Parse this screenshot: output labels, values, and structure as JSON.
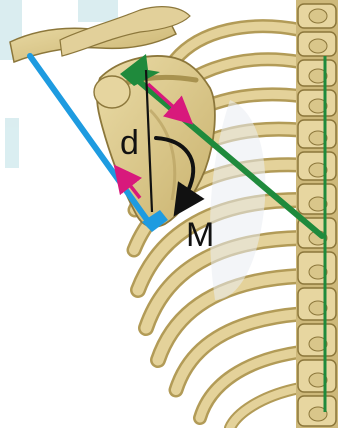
{
  "labels": {
    "distance": "d",
    "moment": "M"
  },
  "colors": {
    "background": "#ffffff",
    "watermark": "#d6ecef",
    "bone": "#dcc98f",
    "bone_shade": "#a8924f",
    "bone_dark": "#7a6632",
    "blue_line": "#1e9be0",
    "green_line": "#1f8a3c",
    "magenta_arrow": "#d8197c",
    "black_line": "#111111"
  },
  "icons": {
    "distance_line": "vertical-line",
    "moment_arrow": "curved-arrow-icon",
    "force_arrow": "arrow-icon"
  }
}
